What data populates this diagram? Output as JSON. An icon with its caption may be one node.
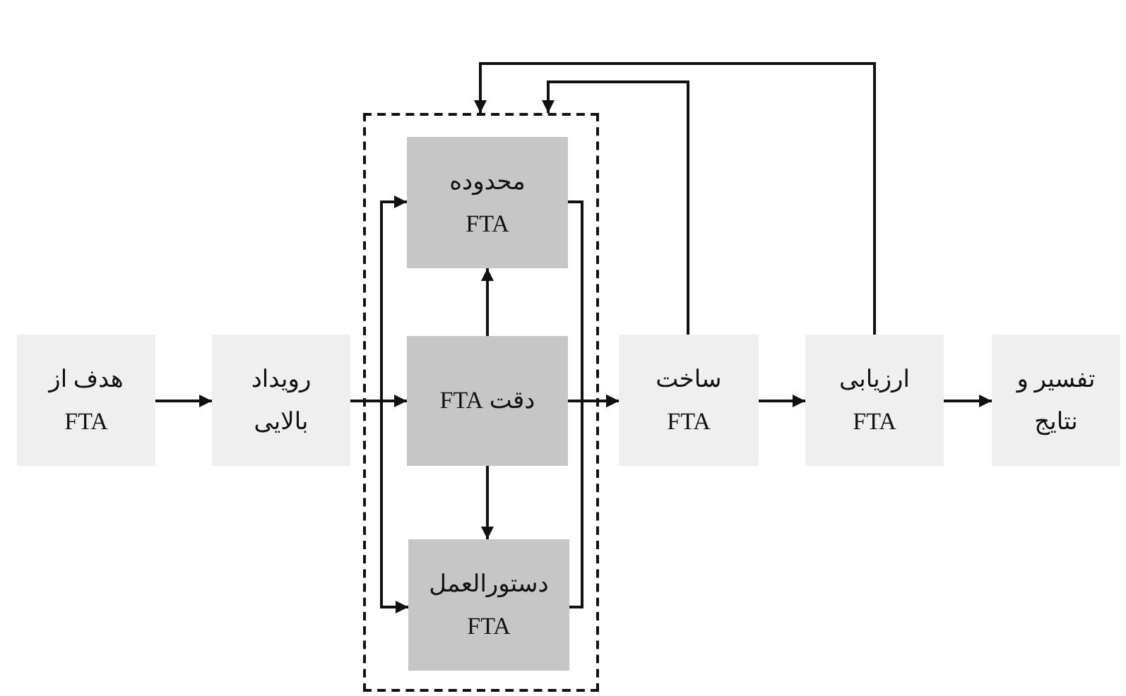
{
  "diagram": {
    "nodes": [
      {
        "text": [
          "هدف از FTA"
        ]
      },
      {
        "text": [
          "رویداد بالایی"
        ]
      },
      {
        "text": [],
        "shape": "box"
      },
      {
        "text": [
          "محدوده FTA"
        ],
        "in": 2
      },
      {
        "text": [
          "دقت FTA"
        ],
        "in": 2
      },
      {
        "text": [
          "دستورالعمل FTA"
        ],
        "in": 2
      },
      {
        "text": [
          "ساخت FTA"
        ]
      },
      {
        "text": [
          "ارزیابی FTA"
        ]
      },
      {
        "text": [
          "تفسیر و نتایج"
        ]
      }
    ],
    "edges": [
      {
        "from": 0,
        "to": 1,
        "arrow": "to"
      },
      {
        "from": 1,
        "to": 3,
        "arrow": "to"
      },
      {
        "from": 1,
        "to": 4,
        "arrow": "to"
      },
      {
        "from": 1,
        "to": 5,
        "arrow": "to"
      },
      {
        "from": 4,
        "to": 3,
        "arrow": "to"
      },
      {
        "from": 4,
        "to": 5,
        "arrow": "to"
      },
      {
        "from": 3,
        "to": 6,
        "arrow": "to"
      },
      {
        "from": 4,
        "to": 6,
        "arrow": "to"
      },
      {
        "from": 5,
        "to": 6,
        "arrow": "to"
      },
      {
        "from": 6,
        "to": 2,
        "arrow": "to"
      },
      {
        "from": 7,
        "to": 2,
        "arrow": "to"
      },
      {
        "from": 6,
        "to": 7,
        "arrow": "to"
      },
      {
        "from": 7,
        "to": 8,
        "arrow": "to"
      }
    ]
  }
}
